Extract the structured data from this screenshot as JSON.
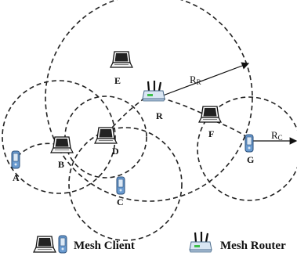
{
  "nodes": {
    "A": "A",
    "B": "B",
    "C": "C",
    "D": "D",
    "E": "E",
    "F": "F",
    "G": "G",
    "R": "R"
  },
  "radius_labels": {
    "router": {
      "main": "R",
      "sub": "R"
    },
    "client": {
      "main": "R",
      "sub": "C"
    }
  },
  "legend": {
    "client_label": "Mesh Client",
    "router_label": "Mesh Router"
  },
  "icons": {
    "laptop": "laptop-icon",
    "phone": "phone-icon",
    "router": "router-icon"
  },
  "colors": {
    "stroke": "#222222",
    "phone_body": "#5a8fc4",
    "router_body": "#d9e6f3",
    "router_accent": "#3cbf4a"
  }
}
